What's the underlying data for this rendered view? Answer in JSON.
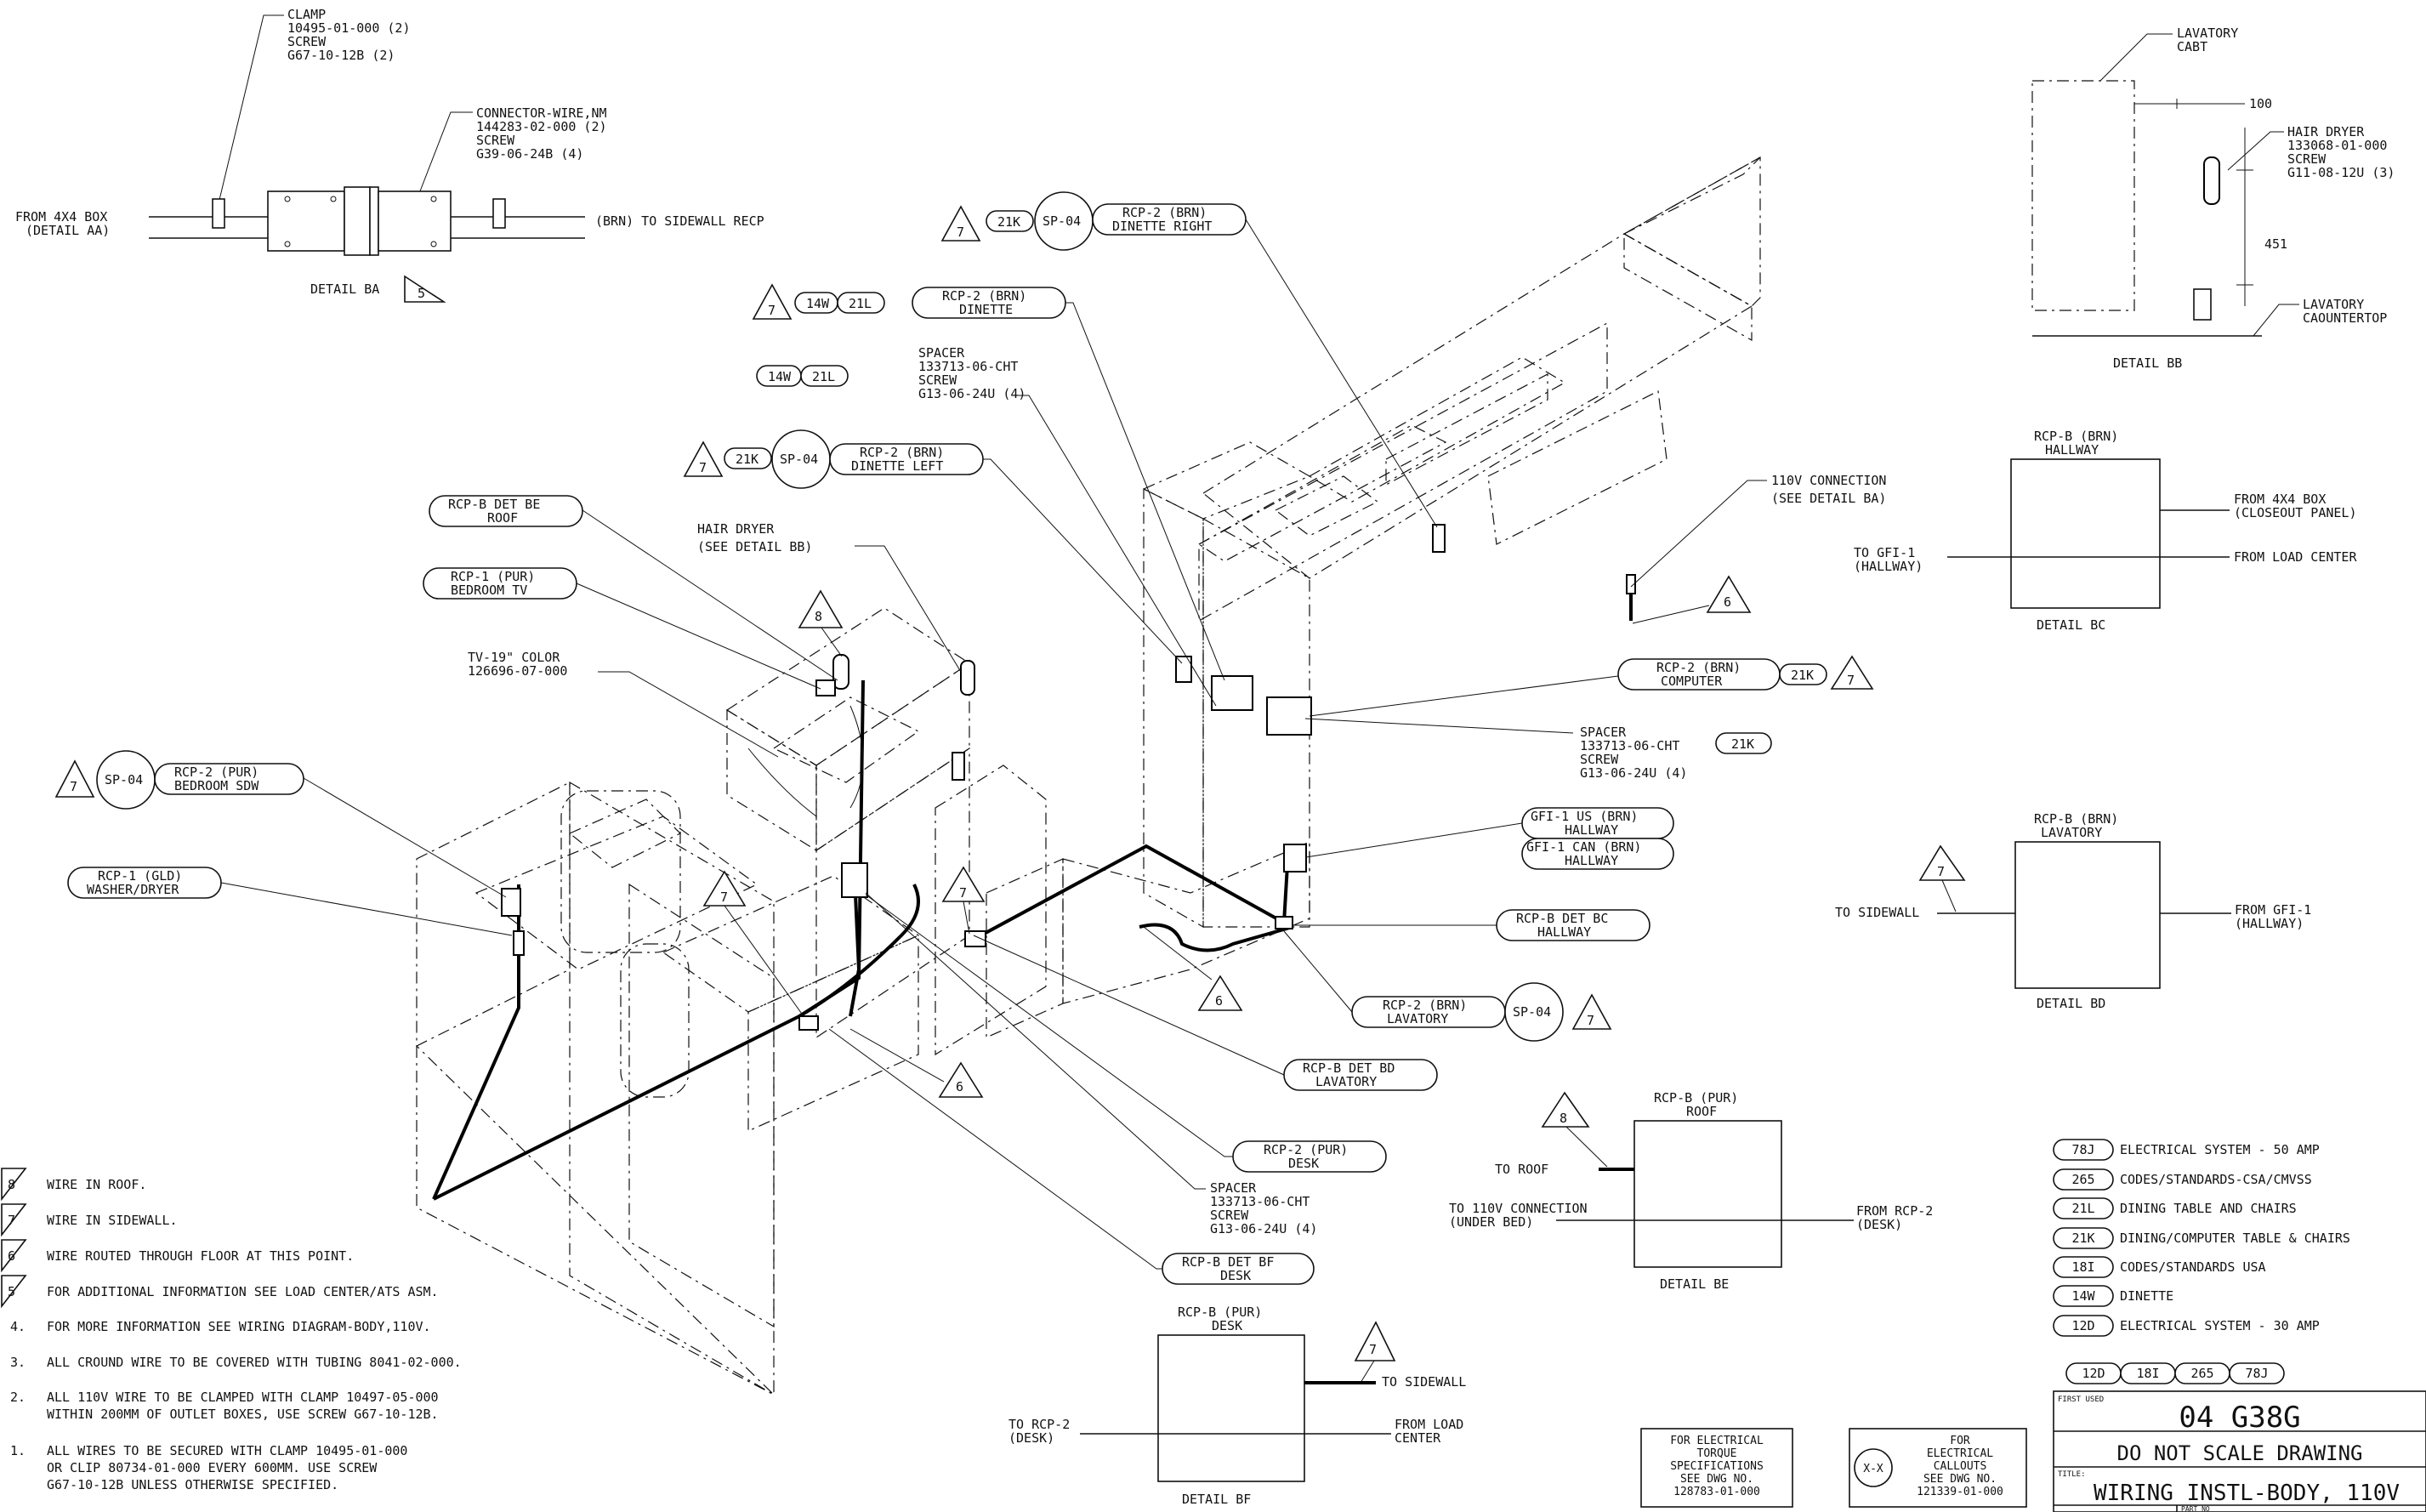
{
  "details": {
    "ba": {
      "clamp": [
        "CLAMP",
        "10495-01-000 (2)",
        "SCREW",
        "G67-10-12B (2)"
      ],
      "connector": [
        "CONNECTOR-WIRE,NM",
        "144283-02-000 (2)",
        "SCREW",
        "G39-06-24B (4)"
      ],
      "from": [
        "FROM 4X4 BOX",
        "(DETAIL AA)"
      ],
      "to": "(BRN) TO SIDEWALL RECP",
      "title": "DETAIL BA",
      "note": "5"
    },
    "bb": {
      "cabt": [
        "LAVATORY",
        "CABT"
      ],
      "dim1": "100",
      "dryer": [
        "HAIR DRYER",
        "133068-01-000",
        "SCREW",
        "G11-08-12U (3)"
      ],
      "dim2": "451",
      "counter": [
        "LAVATORY",
        "CAOUNTERTOP"
      ],
      "title": "DETAIL BB"
    },
    "bc": {
      "head": [
        "RCP-B (BRN)",
        "HALLWAY"
      ],
      "from1": [
        "FROM 4X4 BOX",
        "(CLOSEOUT PANEL)"
      ],
      "from2": "FROM LOAD CENTER",
      "to": [
        "TO GFI-1",
        "(HALLWAY)"
      ],
      "title": "DETAIL BC"
    },
    "bd": {
      "head": [
        "RCP-B (BRN)",
        "LAVATORY"
      ],
      "note": "7",
      "to": "TO SIDEWALL",
      "from": [
        "FROM GFI-1",
        "(HALLWAY)"
      ],
      "title": "DETAIL BD"
    },
    "be": {
      "head": [
        "RCP-B (PUR)",
        "ROOF"
      ],
      "note": "8",
      "to_roof": "TO ROOF",
      "to_conn": [
        "TO 110V CONNECTION",
        "(UNDER BED)"
      ],
      "from": [
        "FROM RCP-2",
        "(DESK)"
      ],
      "title": "DETAIL BE"
    },
    "bf": {
      "head": [
        "RCP-B (PUR)",
        "DESK"
      ],
      "note": "7",
      "to_side": "TO SIDEWALL",
      "to_rcp": [
        "TO RCP-2",
        "(DESK)"
      ],
      "from": [
        "FROM LOAD",
        "CENTER"
      ],
      "title": "DETAIL BF"
    }
  },
  "callouts": {
    "dinette_right": {
      "note": "7",
      "code": "21K",
      "sp": "SP-04",
      "l1": "RCP-2 (BRN)",
      "l2": "DINETTE RIGHT"
    },
    "dinette": {
      "note": "7",
      "c1": "14W",
      "c2": "21L",
      "l1": "RCP-2 (BRN)",
      "l2": "DINETTE"
    },
    "spacer1": {
      "c1": "14W",
      "c2": "21L",
      "text": [
        "SPACER",
        "133713-06-CHT",
        "SCREW",
        "G13-06-24U (4)"
      ]
    },
    "dinette_left": {
      "note": "7",
      "code": "21K",
      "sp": "SP-04",
      "l1": "RCP-2 (BRN)",
      "l2": "DINETTE LEFT"
    },
    "det_be": {
      "l1": "RCP-B DET BE",
      "l2": "ROOF"
    },
    "bedroom_tv": {
      "l1": "RCP-1 (PUR)",
      "l2": "BEDROOM TV"
    },
    "hair_dryer": [
      "HAIR DRYER",
      "(SEE DETAIL BB)"
    ],
    "tv": [
      "TV-19\" COLOR",
      "126696-07-000"
    ],
    "note8": "8",
    "bedroom_sdw": {
      "note": "7",
      "sp": "SP-04",
      "l1": "RCP-2 (PUR)",
      "l2": "BEDROOM SDW"
    },
    "washer": {
      "l1": "RCP-1 (GLD)",
      "l2": "WASHER/DRYER"
    },
    "conn110": [
      "110V CONNECTION",
      "(SEE DETAIL BA)"
    ],
    "note6a": "6",
    "computer": {
      "l1": "RCP-2 (BRN)",
      "l2": "COMPUTER",
      "code": "21K",
      "note": "7"
    },
    "spacer2": {
      "text": [
        "SPACER",
        "133713-06-CHT",
        "SCREW",
        "G13-06-24U (4)"
      ],
      "code": "21K"
    },
    "gfi_us": {
      "l1": "GFI-1 US (BRN)",
      "l2": "HALLWAY"
    },
    "gfi_can": {
      "l1": "GFI-1 CAN (BRN)",
      "l2": "HALLWAY"
    },
    "det_bc": {
      "l1": "RCP-B DET BC",
      "l2": "HALLWAY"
    },
    "note7a": "7",
    "note7b": "7",
    "note6b": "6",
    "note6c": "6",
    "lavatory": {
      "l1": "RCP-2 (BRN)",
      "l2": "LAVATORY",
      "sp": "SP-04",
      "note": "7"
    },
    "det_bd": {
      "l1": "RCP-B DET BD",
      "l2": "LAVATORY"
    },
    "desk": {
      "l1": "RCP-2 (PUR)",
      "l2": "DESK"
    },
    "spacer3": [
      "SPACER",
      "133713-06-CHT",
      "SCREW",
      "G13-06-24U (4)"
    ],
    "det_bf": {
      "l1": "RCP-B DET BF",
      "l2": "DESK"
    }
  },
  "notes": [
    {
      "num": "8",
      "flag": true,
      "text": [
        "WIRE IN ROOF."
      ]
    },
    {
      "num": "7",
      "flag": true,
      "text": [
        "WIRE IN SIDEWALL."
      ]
    },
    {
      "num": "6",
      "flag": true,
      "text": [
        "WIRE ROUTED THROUGH FLOOR AT THIS POINT."
      ]
    },
    {
      "num": "5",
      "flag": true,
      "text": [
        "FOR ADDITIONAL INFORMATION SEE LOAD CENTER/ATS ASM."
      ]
    },
    {
      "num": "4.",
      "flag": false,
      "text": [
        "FOR MORE INFORMATION SEE WIRING DIAGRAM-BODY,110V."
      ]
    },
    {
      "num": "3.",
      "flag": false,
      "text": [
        "ALL CROUND WIRE TO BE COVERED WITH TUBING 8041-02-000."
      ]
    },
    {
      "num": "2.",
      "flag": false,
      "text": [
        "ALL 110V WIRE TO BE CLAMPED WITH CLAMP 10497-05-000",
        "WITHIN 200MM OF OUTLET BOXES, USE SCREW G67-10-12B."
      ]
    },
    {
      "num": "1.",
      "flag": false,
      "text": [
        "ALL WIRES TO BE SECURED WITH CLAMP 10495-01-000",
        "OR CLIP 80734-01-000 EVERY 600MM. USE SCREW",
        "G67-10-12B UNLESS OTHERWISE SPECIFIED."
      ]
    }
  ],
  "legend": [
    {
      "code": "78J",
      "text": "ELECTRICAL SYSTEM - 50 AMP"
    },
    {
      "code": "265",
      "text": "CODES/STANDARDS-CSA/CMVSS"
    },
    {
      "code": "21L",
      "text": "DINING TABLE AND CHAIRS"
    },
    {
      "code": "21K",
      "text": "DINING/COMPUTER TABLE & CHAIRS"
    },
    {
      "code": "18I",
      "text": "CODES/STANDARDS USA"
    },
    {
      "code": "14W",
      "text": "DINETTE"
    },
    {
      "code": "12D",
      "text": "ELECTRICAL SYSTEM - 30 AMP"
    }
  ],
  "legend_row": [
    "12D",
    "18I",
    "265",
    "78J"
  ],
  "torque_box": [
    "FOR ELECTRICAL",
    "TORQUE",
    "SPECIFICATIONS",
    "SEE DWG NO.",
    "128783-01-000"
  ],
  "callout_box": {
    "symbol": "X-X",
    "text": [
      "FOR",
      "ELECTRICAL",
      "CALLOUTS",
      "SEE DWG NO.",
      "121339-01-000"
    ]
  },
  "title_block": {
    "first_used_label": "FIRST USED",
    "first_used": "04 G38G",
    "no_scale": "DO NOT SCALE DRAWING",
    "title_label": "TITLE:",
    "title": "WIRING INSTL-BODY, 110V",
    "part_label": "PART NO"
  }
}
